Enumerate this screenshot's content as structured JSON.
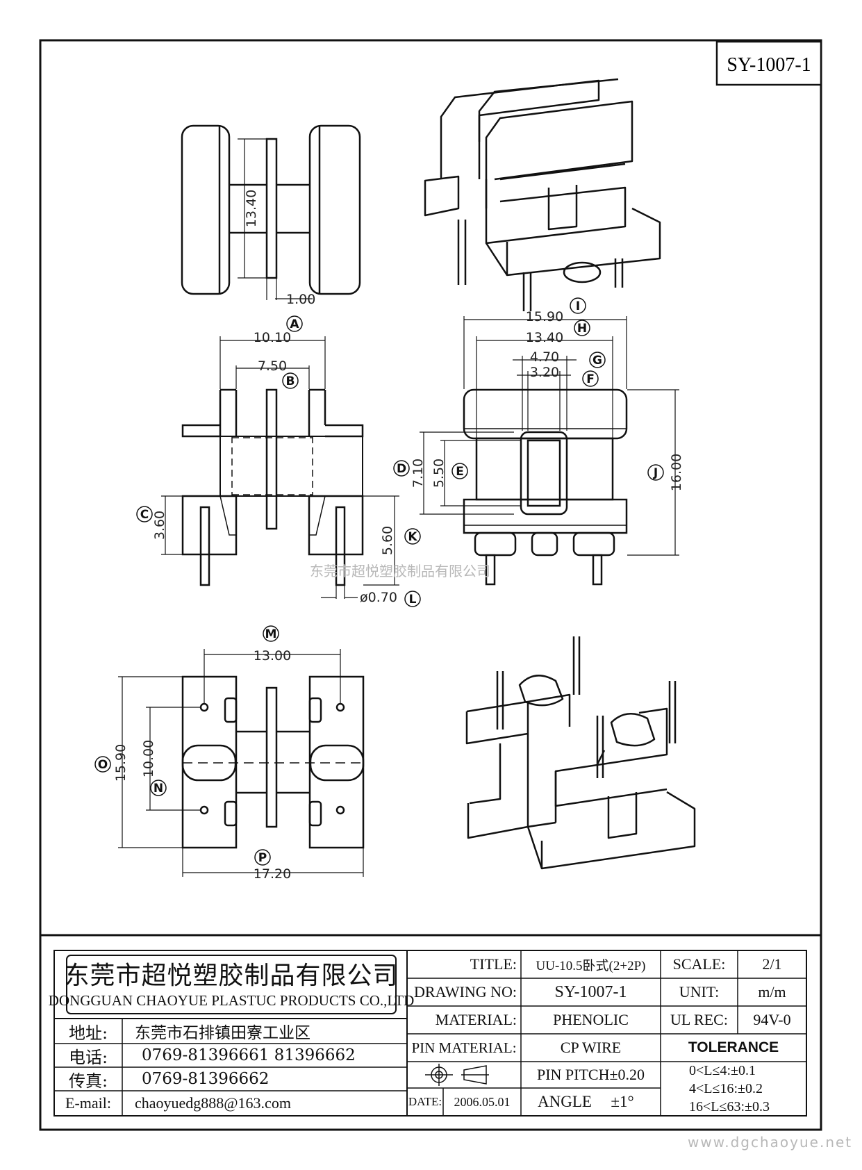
{
  "drawing_code": "SY-1007-1",
  "watermark_center": "东莞市超悦塑胶制品有限公司",
  "watermark_url": "www.dgchaoyue.net",
  "dimensions": {
    "top_height": "13.40",
    "top_pin": "1.00",
    "front_A": "10.10",
    "front_B": "7.50",
    "front_C": "3.60",
    "front_K": "5.60",
    "front_L": "ø0.70",
    "side_I": "15.90",
    "side_H": "13.40",
    "side_G": "4.70",
    "side_F": "3.20",
    "side_D": "7.10",
    "side_E": "5.50",
    "side_J": "16.00",
    "bottom_M": "13.00",
    "bottom_O": "15.90",
    "bottom_N": "10.00",
    "bottom_P": "17.20"
  },
  "labels": {
    "A": "A",
    "B": "B",
    "C": "C",
    "D": "D",
    "E": "E",
    "F": "F",
    "G": "G",
    "H": "H",
    "I": "I",
    "J": "J",
    "K": "K",
    "L": "L",
    "M": "M",
    "N": "N",
    "O": "O",
    "P": "P"
  },
  "title_block": {
    "company_cn": "东莞市超悦塑胶制品有限公司",
    "company_en": "DONGGUAN CHAOYUE PLASTUC PRODUCTS CO.,LTD",
    "address_label": "地址:",
    "address_value": "东莞市石排镇田寮工业区",
    "phone_label": "电话:",
    "phone_value": "0769-81396661   81396662",
    "fax_label": "传真:",
    "fax_value": "0769-81396662",
    "email_label": "E-mail:",
    "email_value": "chaoyuedg888@163.com",
    "title_label": "TITLE:",
    "title_value": "UU-10.5卧式(2+2P)",
    "drawing_no_label": "DRAWING NO:",
    "drawing_no_value": "SY-1007-1",
    "material_label": "MATERIAL:",
    "material_value": "PHENOLIC",
    "pin_material_label": "PIN MATERIAL:",
    "pin_material_value": "CP WIRE",
    "pin_pitch": "PIN PITCH±0.20",
    "angle_label": "ANGLE",
    "angle_value": "±1°",
    "date_label": "DATE:",
    "date_value": "2006.05.01",
    "scale_label": "SCALE:",
    "scale_value": "2/1",
    "unit_label": "UNIT:",
    "unit_value": "m/m",
    "ul_label": "UL REC:",
    "ul_value": "94V-0",
    "tolerance_title": "TOLERANCE",
    "tolerance_1": "0<L≤4:±0.1",
    "tolerance_2": "4<L≤16:±0.2",
    "tolerance_3": "16<L≤63:±0.3"
  }
}
